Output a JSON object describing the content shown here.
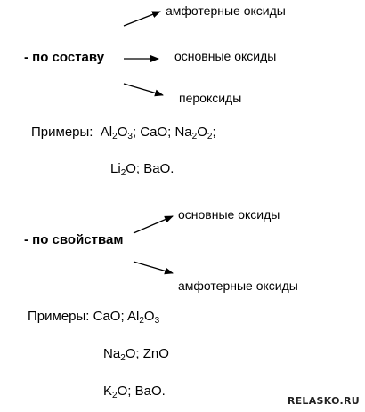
{
  "composition": {
    "heading": "- по составу",
    "branches": [
      "амфотерные оксиды",
      "основные оксиды",
      "пероксиды"
    ],
    "examples_label": "Примеры:",
    "examples_line1": [
      {
        "el1": "Al",
        "n1": "2",
        "el2": "O",
        "n2": "3",
        "sep": ";"
      },
      {
        "el1": "CaO",
        "sep": ";"
      },
      {
        "el1": "Na",
        "n1": "2",
        "el2": "O",
        "n2": "2",
        "sep": ";"
      }
    ],
    "examples_line2": [
      {
        "el1": "Li",
        "n1": "2",
        "el2": "O",
        "sep": ";"
      },
      {
        "el1": "BaO",
        "sep": "."
      }
    ]
  },
  "properties": {
    "heading": "- по свойствам",
    "branches": [
      "основные оксиды",
      "амфотерные оксиды"
    ],
    "examples_label": "Примеры:",
    "examples_line1": [
      {
        "el1": "CaO",
        "sep": ";"
      },
      {
        "el1": "Al",
        "n1": "2",
        "el2": "O",
        "n2": "3",
        "sep": ""
      }
    ],
    "examples_line2": [
      {
        "el1": "Na",
        "n1": "2",
        "el2": "O",
        "sep": ";"
      },
      {
        "el1": "ZnO",
        "sep": ""
      }
    ],
    "examples_line3": [
      {
        "el1": "K",
        "n1": "2",
        "el2": "O",
        "sep": ";"
      },
      {
        "el1": "BaO",
        "sep": "."
      }
    ]
  },
  "watermark": "RELASKO.RU"
}
